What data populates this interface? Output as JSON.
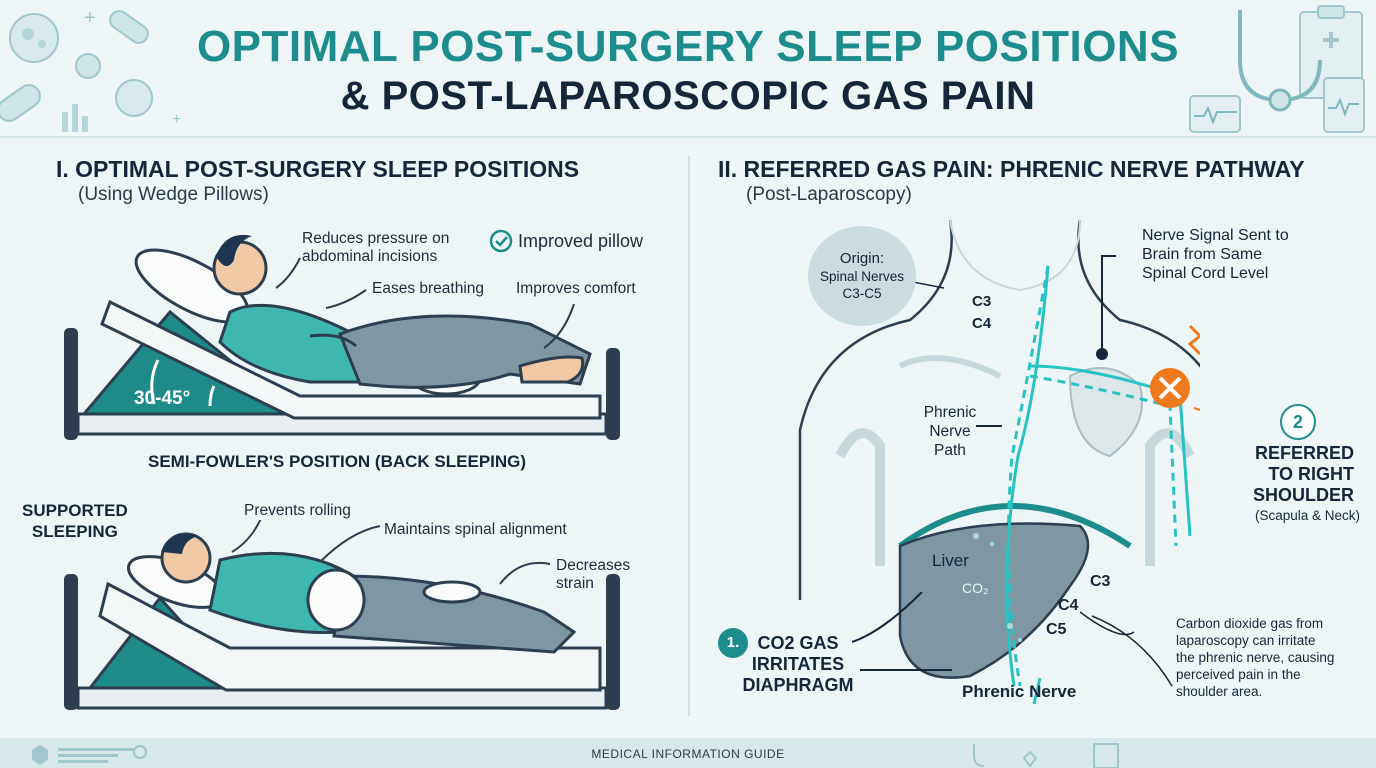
{
  "header": {
    "title_line1": "OPTIMAL POST-SURGERY SLEEP POSITIONS",
    "title_line2": "& POST-LAPAROSCOPIC GAS PAIN"
  },
  "left": {
    "title": "I. OPTIMAL POST-SURGERY SLEEP POSITIONS",
    "subtitle": "(Using Wedge Pillows)",
    "back": {
      "reduces": "Reduces pressure on\nabdominal incisions",
      "improved_pillow": "Improved pillow",
      "eases": "Eases breathing",
      "improves_comfort": "Improves comfort",
      "angle": "30-45°",
      "position_name": "SEMI-FOWLER'S POSITION (BACK SLEEPING)"
    },
    "side": {
      "heading": "SUPPORTED\nSLEEPING",
      "prevents": "Prevents rolling",
      "maintains": "Maintains spinal alignment",
      "decreases": "Decreases\nstrain"
    }
  },
  "right": {
    "title": "II. REFERRED GAS PAIN: PHRENIC NERVE PATHWAY",
    "subtitle": "(Post-Laparoscopy)",
    "origin_title": "Origin:",
    "origin_sub": "Spinal Nerves\nC3-C5",
    "c3_top": "C3",
    "c4_top": "C4",
    "signal": "Nerve Signal Sent to\nBrain from Same\nSpinal Cord Level",
    "phrenic_path": "Phrenic\nNerve\nPath",
    "step2_num": "2",
    "referred": "REFERRED\nTO RIGHT\nSHOULDER",
    "referred_sub": "(Scapula & Neck)",
    "liver": "Liver",
    "co2": "CO₂",
    "c3": "C3",
    "c4": "C4",
    "c5": "C5",
    "step1_num": "1.",
    "step1_text": "CO2 GAS\nIRRITATES\nDIAPHRAGM",
    "phrenic_nerve": "Phrenic Nerve",
    "explanation": "Carbon dioxide gas from\nlaparoscopy can irritate\nthe phrenic nerve, causing\nperceived pain in the\nshoulder area."
  },
  "footer": {
    "text": "MEDICAL INFORMATION GUIDE"
  },
  "colors": {
    "teal": "#1d8c8c",
    "navy": "#15253a",
    "orange": "#ef7a1e",
    "nerve": "#27c3c3"
  }
}
